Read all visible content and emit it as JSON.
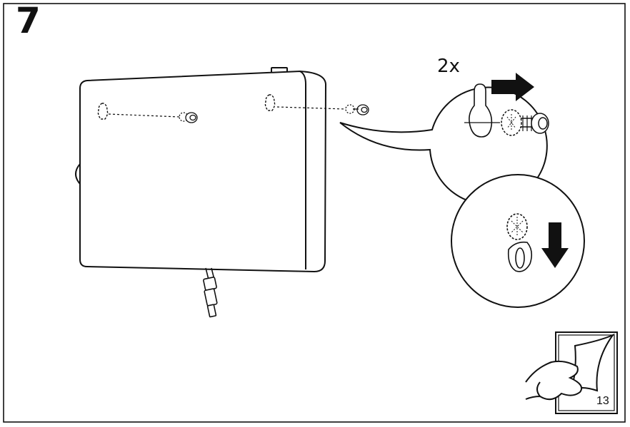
{
  "step": {
    "number": "7"
  },
  "callout": {
    "quantity": "2x"
  },
  "footer": {
    "page_number": "13"
  },
  "icons": [
    "keyhole-slot-icon",
    "screw-icon",
    "arrow-right-icon",
    "arrow-down-icon",
    "page-turn-hand-icon"
  ],
  "colors": {
    "ink": "#111111",
    "background": "#ffffff"
  }
}
